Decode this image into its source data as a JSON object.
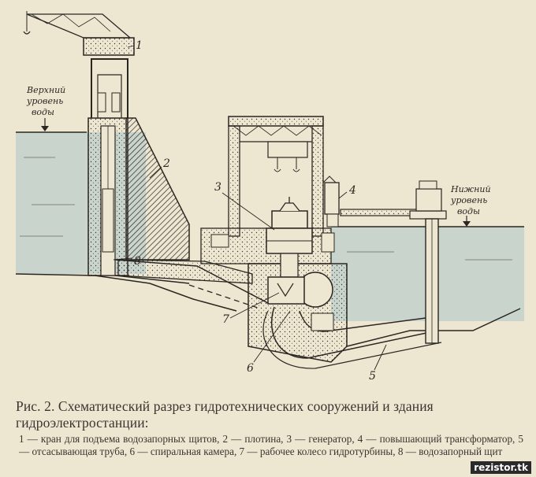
{
  "labels": {
    "upper_level": [
      "Верхний",
      "уровень",
      "воды"
    ],
    "lower_level": [
      "Нижний",
      "уровень",
      "воды"
    ]
  },
  "callouts": [
    "1",
    "2",
    "3",
    "4",
    "5",
    "6",
    "7",
    "8"
  ],
  "caption": {
    "title": "Рис. 2. Схематический разрез гидротехнических сооружений и здания гидроэлектростанции:",
    "legend": "1 — кран для подъема водозапорных щитов, 2 — плотина, 3 — генератор, 4 — повышающий трансформатор, 5 — отсасывающая труба, 6 — спиральная камера, 7 — рабочее колесо гидротурбины, 8 — водозапорный щит"
  },
  "watermark": "rezistor.tk",
  "colors": {
    "paper": "#ede7d2",
    "ink": "#2a2622",
    "water": "#c9d4cd"
  }
}
